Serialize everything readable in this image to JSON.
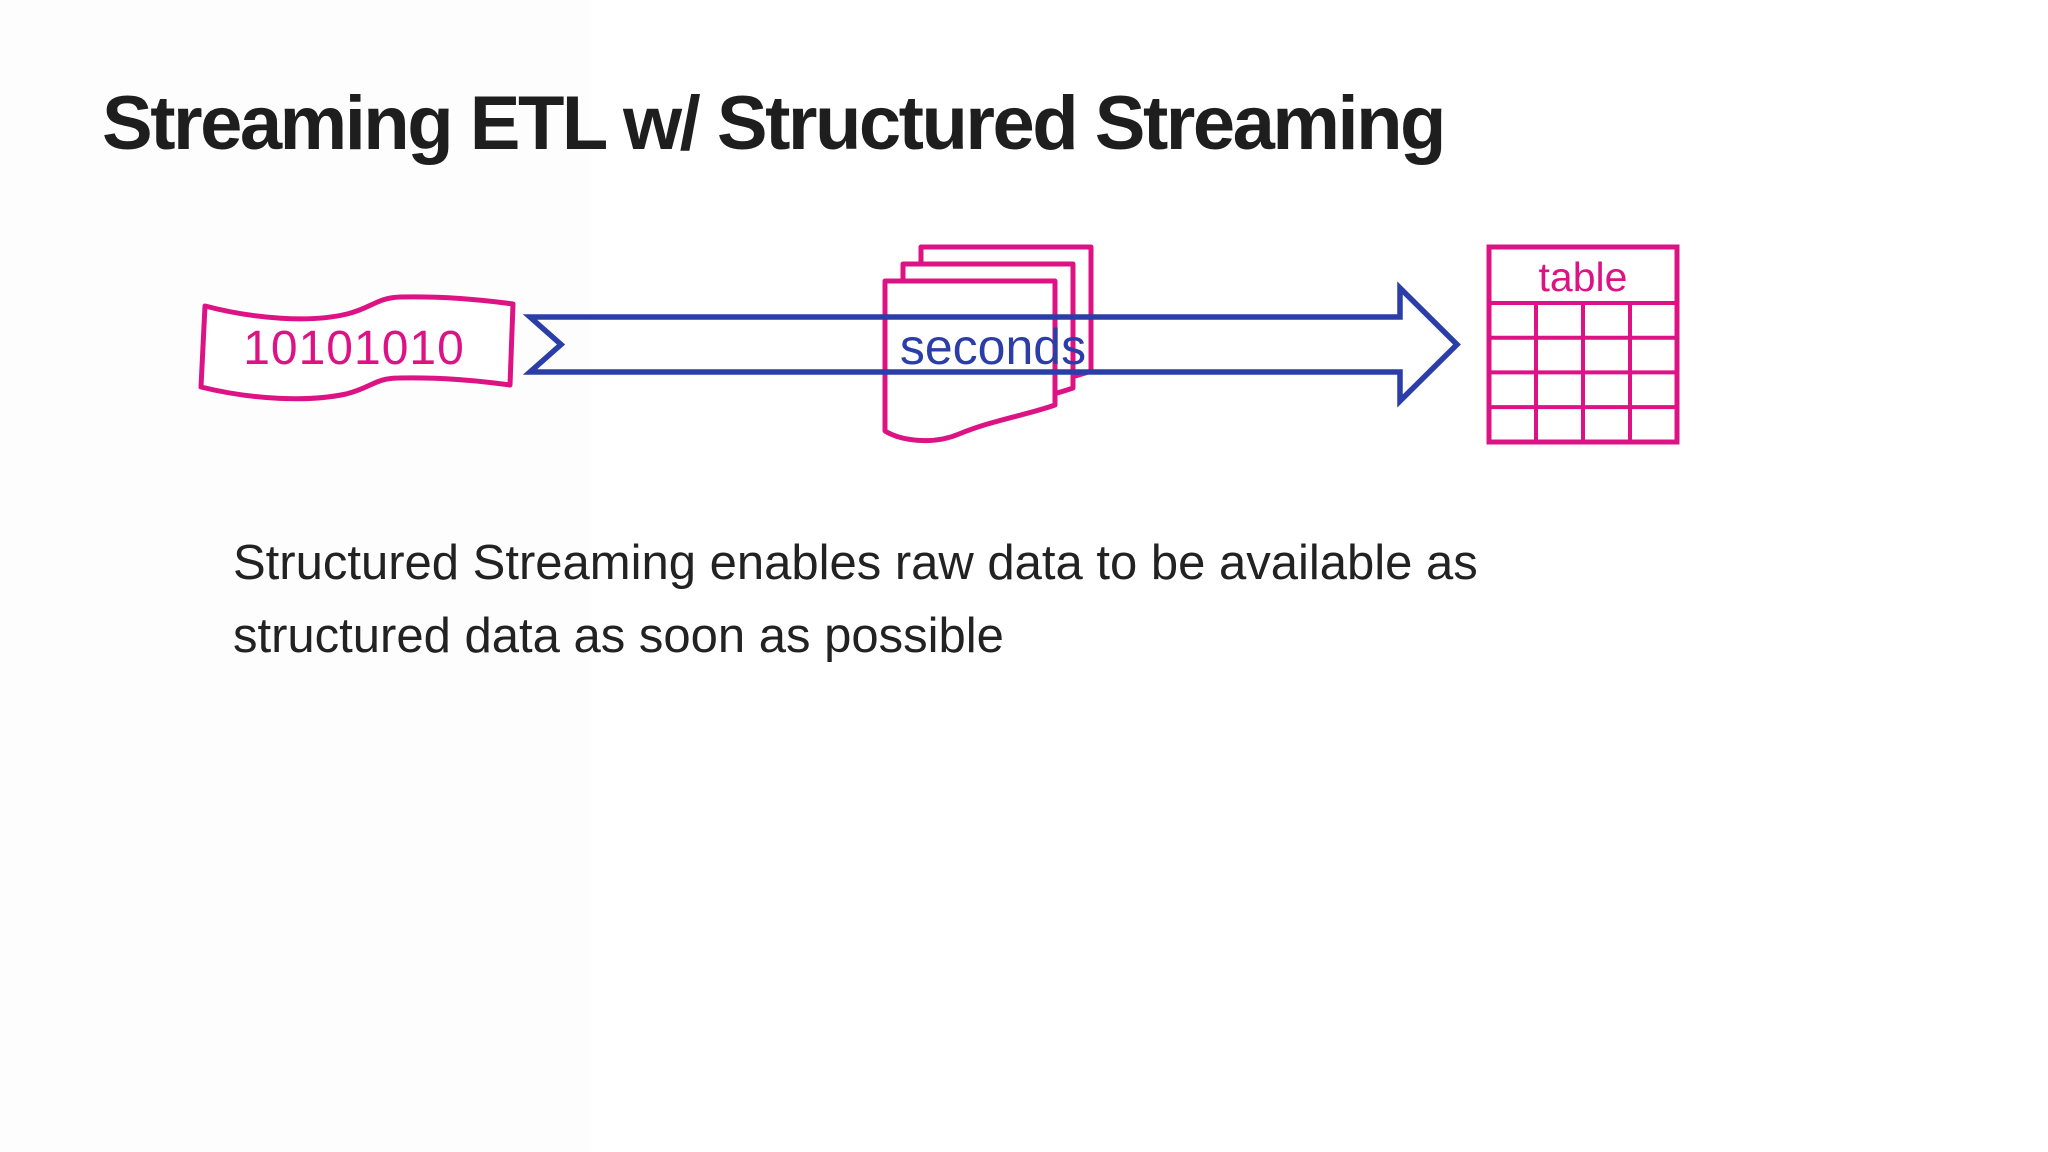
{
  "slide": {
    "title": "Streaming ETL w/ Structured Streaming",
    "body_lines": {
      "line1": "Structured Streaming enables raw data to be available as",
      "line2": "structured data as soon as possible"
    }
  },
  "diagram": {
    "raw_data_label": "10101010",
    "arrow_label": "seconds",
    "table_label": "table",
    "file_stack_pages": 3,
    "table_grid": {
      "rows": 4,
      "cols": 4
    },
    "colors": {
      "magenta": "#DD1385",
      "blue": "#2B3EA8",
      "text_dark": "#1E1E1E"
    }
  }
}
